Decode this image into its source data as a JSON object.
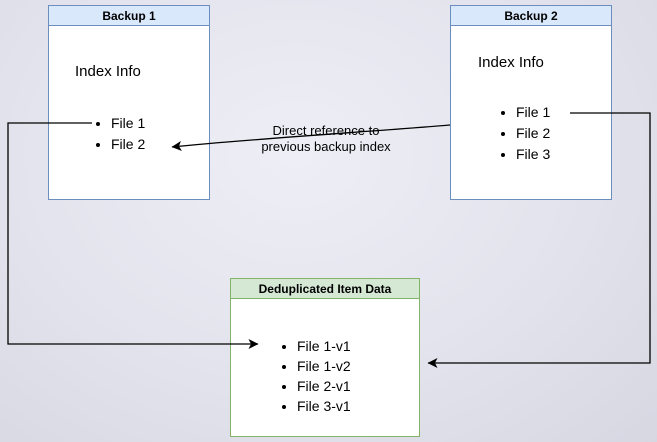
{
  "backup1": {
    "title": "Backup 1",
    "subtitle": "Index Info",
    "files": [
      "File 1",
      "File 2"
    ]
  },
  "backup2": {
    "title": "Backup 2",
    "subtitle": "Index Info",
    "files": [
      "File 1",
      "File 2",
      "File 3"
    ]
  },
  "dedup": {
    "title": "Deduplicated Item Data",
    "items": [
      "File 1-v1",
      "File 1-v2",
      "File 2-v1",
      "File 3-v1"
    ]
  },
  "annotation": {
    "line1": "Direct reference to",
    "line2": "previous backup index"
  },
  "colors": {
    "blue_border": "#6c8ebf",
    "blue_fill": "#dae8fc",
    "green_border": "#82b366",
    "green_fill": "#d5e8d4",
    "arrow": "#000000"
  }
}
